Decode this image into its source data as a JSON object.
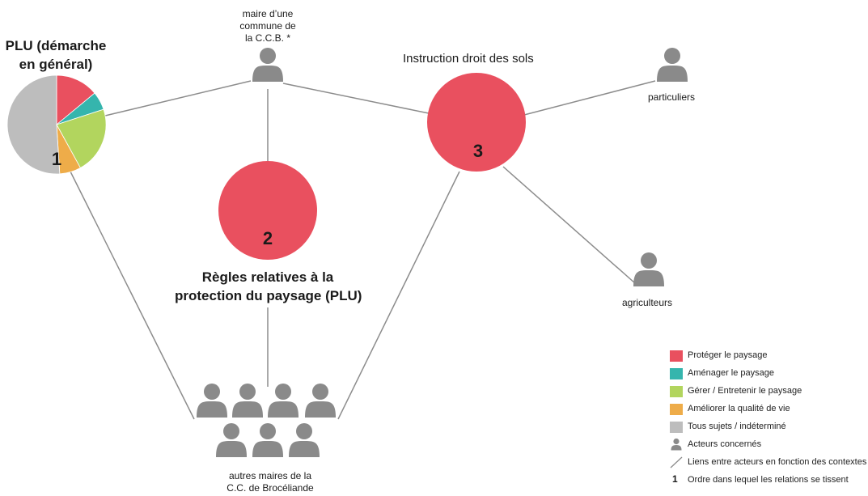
{
  "colors": {
    "proteger": "#e9505f",
    "amenager": "#35b5ad",
    "gerer": "#b2d55e",
    "ameliorer": "#eeac49",
    "tous": "#bdbdbd",
    "actor": "#8a8a8a",
    "link": "#8c8c8c"
  },
  "labels": {
    "maire_commune": [
      "maire d’une",
      "commune de",
      "la C.C.B. *"
    ],
    "plu_general": [
      "PLU (démarche",
      "en général)"
    ],
    "instruction": "Instruction droit des sols",
    "particuliers": "particuliers",
    "regles": [
      "Règles relatives à la",
      "protection du paysage (PLU)"
    ],
    "agriculteurs": "agriculteurs",
    "autres_maires": [
      "autres maires de la",
      "C.C. de Brocéliande"
    ]
  },
  "order_numbers": {
    "plu": "1",
    "regles": "2",
    "instruction": "3"
  },
  "plu_pie_shares": [
    {
      "category": "Protéger le paysage",
      "color_key": "proteger",
      "share": 0.14
    },
    {
      "category": "Aménager le paysage",
      "color_key": "amenager",
      "share": 0.06
    },
    {
      "category": "Gérer / Entretenir le paysage",
      "color_key": "gerer",
      "share": 0.22
    },
    {
      "category": "Améliorer la qualité de vie",
      "color_key": "ameliorer",
      "share": 0.07
    },
    {
      "category": "Tous sujets / indéterminé",
      "color_key": "tous",
      "share": 0.51
    }
  ],
  "legend": [
    {
      "label": "Protéger le paysage",
      "type": "swatch",
      "color_key": "proteger"
    },
    {
      "label": "Aménager le paysage",
      "type": "swatch",
      "color_key": "amenager"
    },
    {
      "label": "Gérer / Entretenir le paysage",
      "type": "swatch",
      "color_key": "gerer"
    },
    {
      "label": "Améliorer la qualité de vie",
      "type": "swatch",
      "color_key": "ameliorer"
    },
    {
      "label": "Tous sujets / indéterminé",
      "type": "swatch",
      "color_key": "tous"
    },
    {
      "label": "Acteurs concernés",
      "type": "actor"
    },
    {
      "label": "Liens entre acteurs en fonction des contextes",
      "type": "link"
    },
    {
      "label": "Ordre dans lequel les relations se tissent",
      "type": "number",
      "symbol": "1"
    }
  ]
}
